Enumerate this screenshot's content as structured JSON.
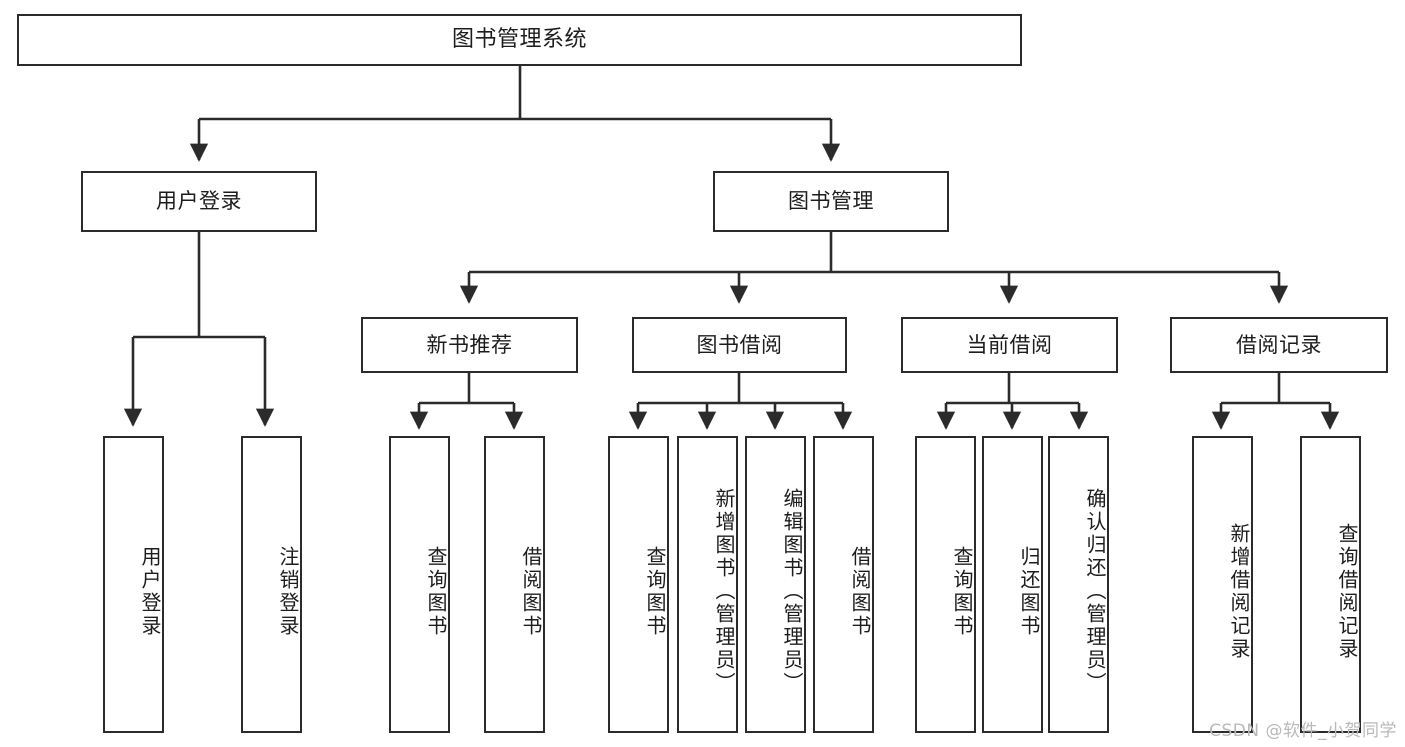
{
  "diagram": {
    "title": "图书管理系统",
    "watermark": "CSDN @软件_小贺同学",
    "stroke_color": "#2b2b2b",
    "fill_color": "#ffffff",
    "watermark_color": "#b9b9b9"
  },
  "nodes": {
    "root": {
      "label": "图书管理系统"
    },
    "level1": [
      {
        "label": "用户登录"
      },
      {
        "label": "图书管理"
      }
    ],
    "level2": [
      {
        "label": "新书推荐"
      },
      {
        "label": "图书借阅"
      },
      {
        "label": "当前借阅"
      },
      {
        "label": "借阅记录"
      }
    ],
    "leaves_user_login": [
      {
        "label": "用户登录"
      },
      {
        "label": "注销登录"
      }
    ],
    "leaves_new_book": [
      {
        "label": "查询图书"
      },
      {
        "label": "借阅图书"
      }
    ],
    "leaves_borrow": [
      {
        "label": "查询图书"
      },
      {
        "label": "新增图书（管理员）"
      },
      {
        "label": "编辑图书（管理员）"
      },
      {
        "label": "借阅图书"
      }
    ],
    "leaves_current": [
      {
        "label": "查询图书"
      },
      {
        "label": "归还图书"
      },
      {
        "label": "确认归还（管理员）"
      }
    ],
    "leaves_records": [
      {
        "label": "新增借阅记录"
      },
      {
        "label": "查询借阅记录"
      }
    ]
  }
}
